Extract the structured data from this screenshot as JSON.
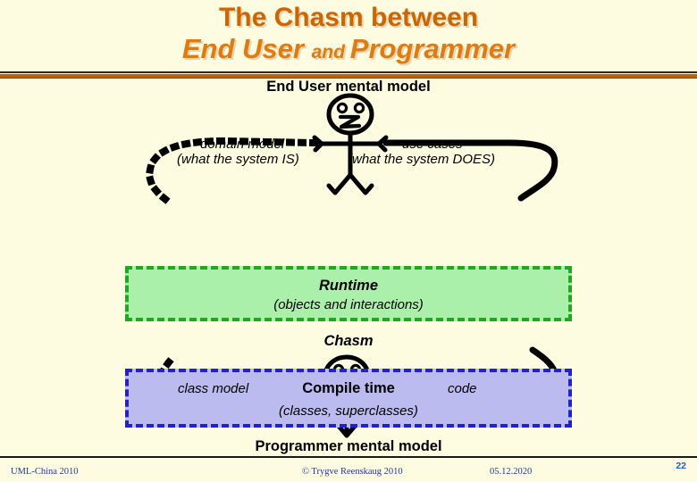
{
  "slide": {
    "background_color": "#FDFBE0",
    "title": {
      "line1": "The Chasm between",
      "line2_part1": "End User ",
      "line2_and": "and ",
      "line2_part2": "Programmer",
      "color": "#CC6600",
      "accent_color": "#E07B10"
    },
    "rule_color": "#C1600A"
  },
  "diagram": {
    "top_heading": "End User mental model",
    "bottom_heading": "Programmer mental model",
    "chasm_label": "Chasm",
    "end_user": {
      "left_label_line1": "domain model",
      "left_label_line2": "(what the system IS)",
      "right_label_line1": "use cases",
      "right_label_line2": "(what the system DOES)",
      "figure": "stick-figure-person"
    },
    "programmer": {
      "left_label": "class model",
      "right_label": "code",
      "figure": "stick-figure-person"
    },
    "runtime_box": {
      "title": "Runtime",
      "subtitle": "(objects and  interactions)",
      "fill_color": "#AAF0AA",
      "border_color": "#1FA91F"
    },
    "compile_box": {
      "title": "Compile time",
      "subtitle": "(classes, superclasses)",
      "fill_color": "#BBBBF0",
      "border_color": "#2222CC"
    }
  },
  "footer": {
    "left": "UML-China 2010",
    "copyright": "© Trygve Reenskaug 2010",
    "date": "05.12.2020",
    "page_number": "22",
    "page_color": "#1F5FC4"
  }
}
